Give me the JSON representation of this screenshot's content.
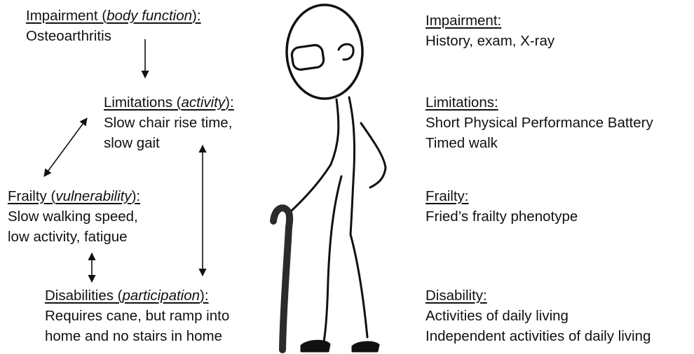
{
  "left": {
    "impairment": {
      "prefix": "Impairment (",
      "italic": "body function",
      "suffix": "):",
      "lines": [
        "Osteoarthritis"
      ]
    },
    "limitations": {
      "prefix": "Limitations (",
      "italic": "activity",
      "suffix": "):",
      "lines": [
        "Slow chair rise time,",
        "slow gait"
      ]
    },
    "frailty": {
      "prefix": "Frailty (",
      "italic": "vulnerability",
      "suffix": "):",
      "lines": [
        "Slow walking speed,",
        "low activity, fatigue"
      ]
    },
    "disabilities": {
      "prefix": "Disabilities (",
      "italic": "participation",
      "suffix": "):",
      "lines": [
        "Requires cane, but ramp into",
        "home and no stairs in home"
      ]
    }
  },
  "right": {
    "impairment": {
      "heading": "Impairment:",
      "lines": [
        "History, exam, X-ray"
      ]
    },
    "limitations": {
      "heading": "Limitations:",
      "lines": [
        "Short Physical Performance Battery",
        "Timed walk"
      ]
    },
    "frailty": {
      "heading": "Frailty:",
      "lines": [
        "Fried’s frailty phenotype"
      ]
    },
    "disability": {
      "heading": "Disability:",
      "lines": [
        "Activities of daily living",
        "Independent activities of daily living"
      ]
    }
  }
}
